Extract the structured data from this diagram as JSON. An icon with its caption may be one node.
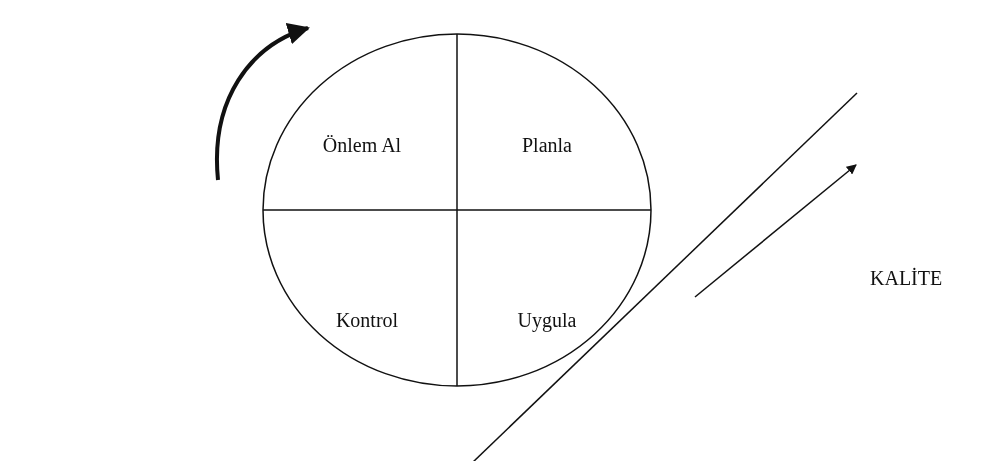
{
  "diagram": {
    "nodes": [
      {
        "text": [],
        "shape": "circle"
      },
      {
        "text": [
          "Önlem Al"
        ],
        "in": 0
      },
      {
        "text": [
          "Planla"
        ],
        "in": 0
      },
      {
        "text": [
          "Kontrol"
        ],
        "in": 0
      },
      {
        "text": [
          "Uygula"
        ],
        "in": 0
      }
    ],
    "labels": [
      "KALİTE"
    ]
  }
}
